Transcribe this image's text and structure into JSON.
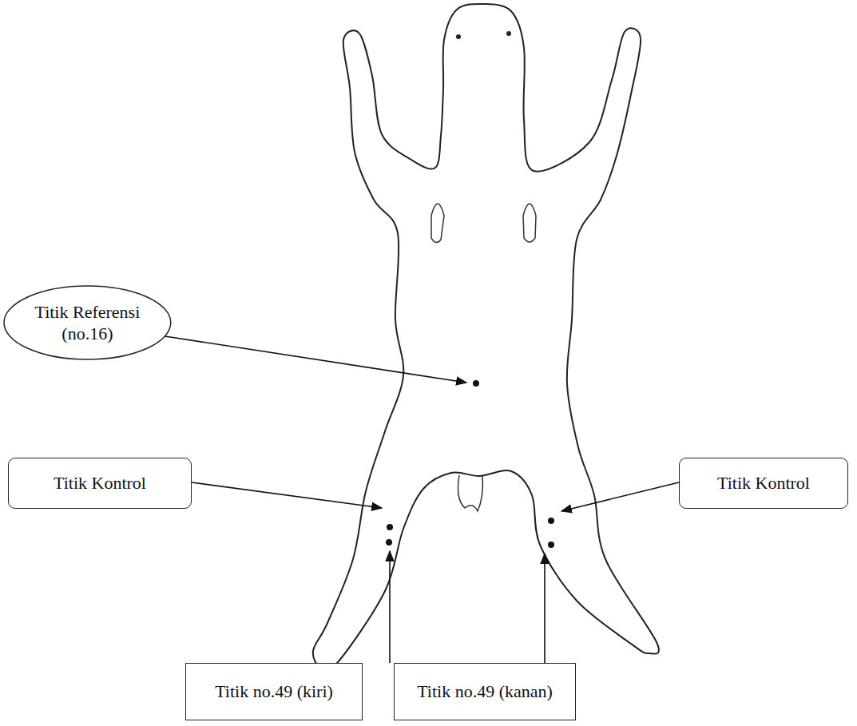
{
  "diagram": {
    "nodes": [
      {
        "text": [
          "Titik Referensi (no.16)"
        ]
      },
      {
        "text": [
          "Titik Kontrol"
        ]
      },
      {
        "text": [
          "Titik Kontrol"
        ]
      },
      {
        "text": [
          "Titik no.49 (kiri)"
        ]
      },
      {
        "text": [
          "Titik no.49 (kanan)"
        ]
      }
    ]
  }
}
